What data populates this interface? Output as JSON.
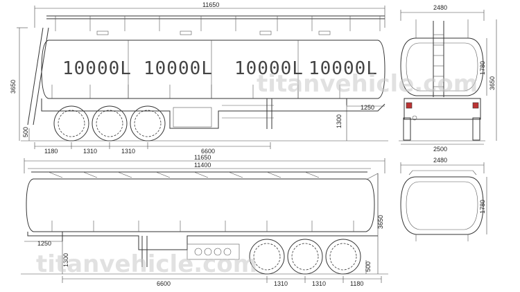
{
  "watermark": "titanvehicle.com",
  "top_side_view": {
    "overall_length": "11650",
    "height": "3650",
    "compartments": [
      "10000L",
      "10000L",
      "10000L",
      "10000L"
    ],
    "front_overhang": "1180",
    "axle_spacing_1": "1310",
    "axle_spacing_2": "1310",
    "rear_to_kingpin": "6600",
    "ground_clearance": "500",
    "kingpin_offset": "1250",
    "fifth_wheel_height": "1300"
  },
  "top_end_view": {
    "top_width": "2480",
    "tank_height": "1780",
    "height": "3650",
    "bottom_width": "2500"
  },
  "bottom_side_view": {
    "overall_length": "11650",
    "tank_length": "11400",
    "height": "3650",
    "kingpin_offset": "1250",
    "fifth_wheel_height": "1300",
    "kingpin_to_axle": "6600",
    "axle_spacing_1": "1310",
    "axle_spacing_2": "1310",
    "rear_overhang": "1180",
    "ground_clearance": "500"
  },
  "bottom_end_view": {
    "top_width": "2480",
    "tank_height": "1780"
  }
}
